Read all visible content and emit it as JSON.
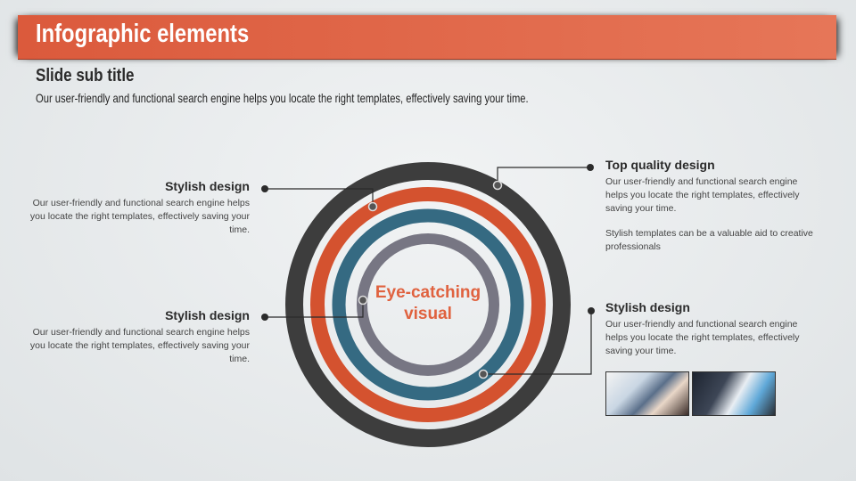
{
  "title": "Infographic elements",
  "subtitle": "Slide sub title",
  "description": "Our user-friendly and functional search engine helps you locate the right templates, effectively saving your time.",
  "center_label": [
    "Eye-catching",
    "visual"
  ],
  "blocks": [
    {
      "heading": "Stylish design",
      "text": "Our user-friendly and functional  search engine helps you locate the  right templates,  effectively saving your time."
    },
    {
      "heading": "Stylish design",
      "text": "Our user-friendly and functional  search engine helps you locate the  right templates,  effectively saving your time."
    },
    {
      "heading": "Top quality design",
      "text": "Our user-friendly and functional  search engine helps you locate the  right templates,  effectively saving your time.",
      "text2": "Stylish templates  can be a valuable aid to  creative professionals"
    },
    {
      "heading": "Stylish design",
      "text": "Our user-friendly and functional  search engine helps you locate the  right templates,  effectively saving your time."
    }
  ],
  "colors": {
    "accent": "#e0623f",
    "ring_outer": "#3d3d3d",
    "ring_orange": "#d4522f",
    "ring_blue": "#356a82",
    "ring_gray": "#777683"
  }
}
